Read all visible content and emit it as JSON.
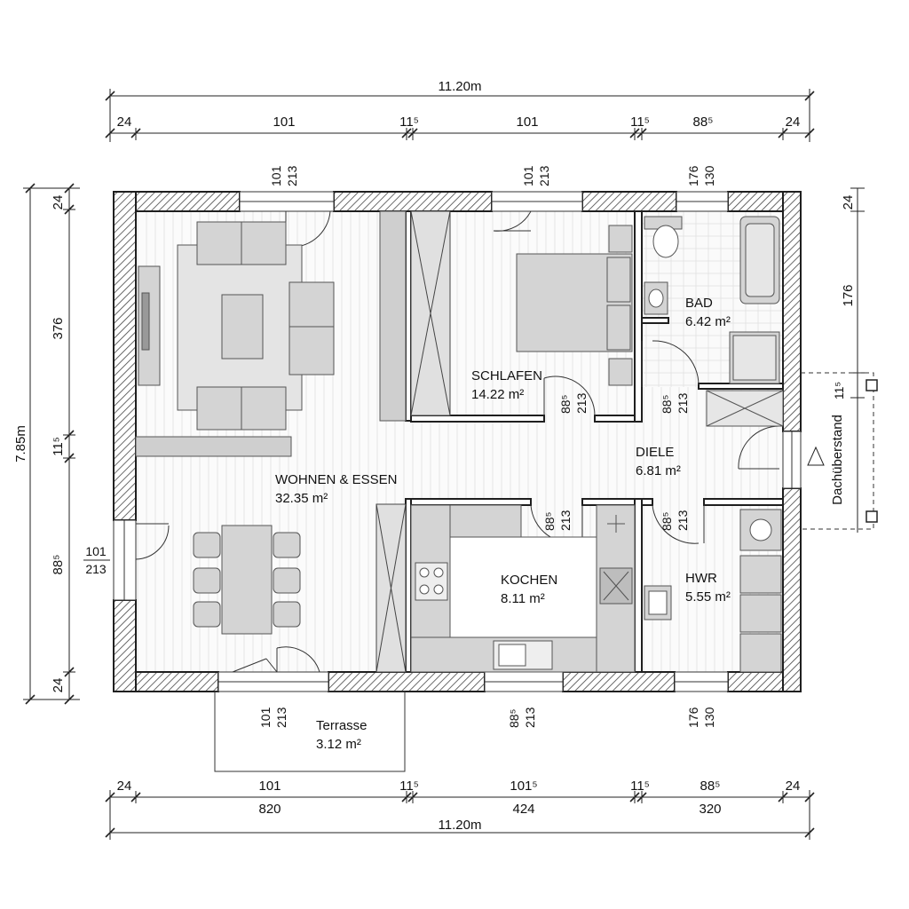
{
  "overall": {
    "width_label": "11.20m",
    "depth_label": "7.85m"
  },
  "dims_top": [
    "24",
    "101",
    "11⁵",
    "101",
    "11⁵",
    "88⁵",
    "24"
  ],
  "dims_bottom": [
    "24",
    "101",
    "11⁵",
    "101⁵",
    "11⁵",
    "88⁵",
    "24"
  ],
  "dims_bottom_totals": [
    "820",
    "424",
    "320"
  ],
  "dims_left": [
    "24",
    "376",
    "11⁵",
    "88⁵",
    "24"
  ],
  "dims_right": [
    "24",
    "176",
    "11⁵"
  ],
  "openings": [
    {
      "w": "101",
      "h": "213"
    },
    {
      "w": "101",
      "h": "213"
    },
    {
      "w": "176",
      "h": "130"
    },
    {
      "w": "101",
      "h": "213"
    },
    {
      "w": "101",
      "h": "213"
    },
    {
      "w": "88⁵",
      "h": "213"
    },
    {
      "w": "176",
      "h": "130"
    },
    {
      "w": "88⁵",
      "h": "213"
    },
    {
      "w": "88⁵",
      "h": "213"
    },
    {
      "w": "88⁵",
      "h": "213"
    },
    {
      "w": "88⁵",
      "h": "213"
    }
  ],
  "rooms": {
    "wohnen": {
      "name": "WOHNEN & ESSEN",
      "area": "32.35 m²"
    },
    "schlafen": {
      "name": "SCHLAFEN",
      "area": "14.22 m²"
    },
    "bad": {
      "name": "BAD",
      "area": "6.42 m²"
    },
    "diele": {
      "name": "DIELE",
      "area": "6.81 m²"
    },
    "kochen": {
      "name": "KOCHEN",
      "area": "8.11 m²"
    },
    "hwr": {
      "name": "HWR",
      "area": "5.55 m²"
    },
    "terrasse": {
      "name": "Terrasse",
      "area": "3.12 m²"
    }
  },
  "roof_overhang_label": "Dachüberstand",
  "colors": {
    "wall": "#2a2a2a",
    "furniture": "#d4d4d4",
    "floor": "#f4f4f4"
  }
}
